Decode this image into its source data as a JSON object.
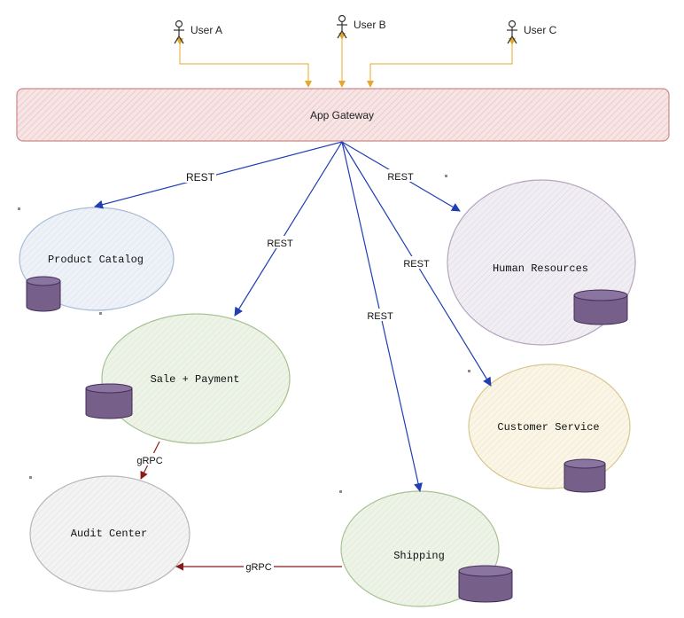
{
  "users": [
    {
      "label": "User A"
    },
    {
      "label": "User B"
    },
    {
      "label": "User C"
    }
  ],
  "gateway": {
    "label": "App Gateway"
  },
  "services": {
    "product_catalog": {
      "label": "Product Catalog"
    },
    "sale_payment": {
      "label": "Sale + Payment"
    },
    "audit_center": {
      "label": "Audit Center"
    },
    "shipping": {
      "label": "Shipping"
    },
    "human_resources": {
      "label": "Human Resources"
    },
    "customer_service": {
      "label": "Customer Service"
    }
  },
  "edge_labels": {
    "rest_product": "REST",
    "rest_sale": "REST",
    "rest_shipping": "REST",
    "rest_customer": "REST",
    "rest_hr": "REST",
    "grpc_sale_audit": "gRPC",
    "grpc_shipping_audit": "gRPC"
  },
  "colors": {
    "user_link": "#e6a82a",
    "rest_link": "#1f3fb3",
    "grpc_link": "#8b1a1a",
    "gateway_fill": "#f6e3e3",
    "gateway_stroke": "#c98a8a",
    "db_fill": "#76608a",
    "db_stroke": "#432d57"
  }
}
